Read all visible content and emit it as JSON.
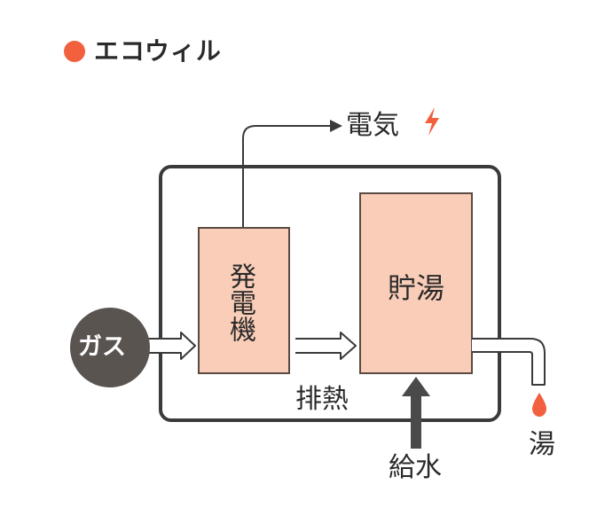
{
  "title": "エコウィル",
  "labels": {
    "electricity": "電気",
    "generator": "発電機",
    "hot_water_tank": "貯湯",
    "gas": "ガス",
    "exhaust_heat": "排熱",
    "water_supply": "給水",
    "hot_water": "湯"
  },
  "colors": {
    "accent": "#f2603e",
    "box_fill": "#f9cdb7",
    "box_stroke": "#5a4a44",
    "gas_circle": "#5a5451",
    "lines": "#3a3a3a"
  },
  "icons": {
    "title_bullet": "orange-circle-icon",
    "electricity": "lightning-bolt-icon",
    "hot_water": "water-drop-icon"
  }
}
